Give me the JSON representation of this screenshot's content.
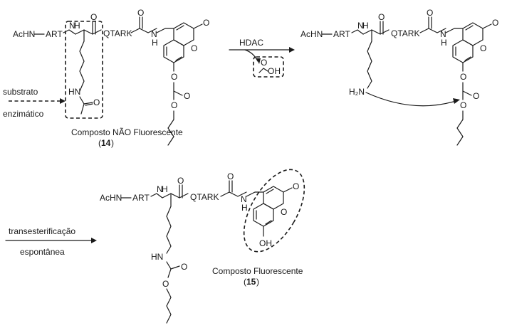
{
  "molecule_14": {
    "acetyl_peptide": "AcHN",
    "art": "ART",
    "nh": "N",
    "nh_h": "H",
    "o_carbonyl": "O",
    "qtark": "QTARK",
    "amide_o": "O",
    "amide_n": "N",
    "amide_h": "H",
    "coumarin_o_carbonyl": "O",
    "coumarin_ring_o": "O",
    "ester_o1": "O",
    "ester_o2": "O",
    "ester_o3": "O",
    "side_nh": "HN",
    "side_o": "O",
    "caption": "Composto NÃO Fluorescente",
    "number_open": "(",
    "number": "14",
    "number_close": ")"
  },
  "labels": {
    "substrato": "substrato",
    "enzimatico": "enzimático"
  },
  "reaction1": {
    "enzyme": "HDAC",
    "acid_o": "O",
    "acid_oh": "OH"
  },
  "molecule_mid": {
    "acetyl_peptide": "AcHN",
    "art": "ART",
    "nh": "N",
    "nh_h": "H",
    "o_carbonyl": "O",
    "qtark": "QTARK",
    "amide_o": "O",
    "amide_n": "N",
    "amide_h": "H",
    "coumarin_o_carbonyl": "O",
    "coumarin_ring_o": "O",
    "ester_o1": "O",
    "ester_o2": "O",
    "ester_o3": "O",
    "amine": "H₂N"
  },
  "reaction2": {
    "line1": "transesterificação",
    "line2": "espontânea"
  },
  "molecule_15": {
    "acetyl_peptide": "AcHN",
    "art": "ART",
    "nh": "N",
    "nh_h": "H",
    "o_carbonyl": "O",
    "qtark": "QTARK",
    "amide_o": "O",
    "amide_n": "N",
    "amide_h": "H",
    "coumarin_o_carbonyl": "O",
    "coumarin_ring_o": "O",
    "oh": "OH",
    "carbamate_nh": "HN",
    "carbamate_o1": "O",
    "carbamate_o2": "O",
    "caption": "Composto Fluorescente",
    "number_open": "(",
    "number": "15",
    "number_close": ")"
  }
}
